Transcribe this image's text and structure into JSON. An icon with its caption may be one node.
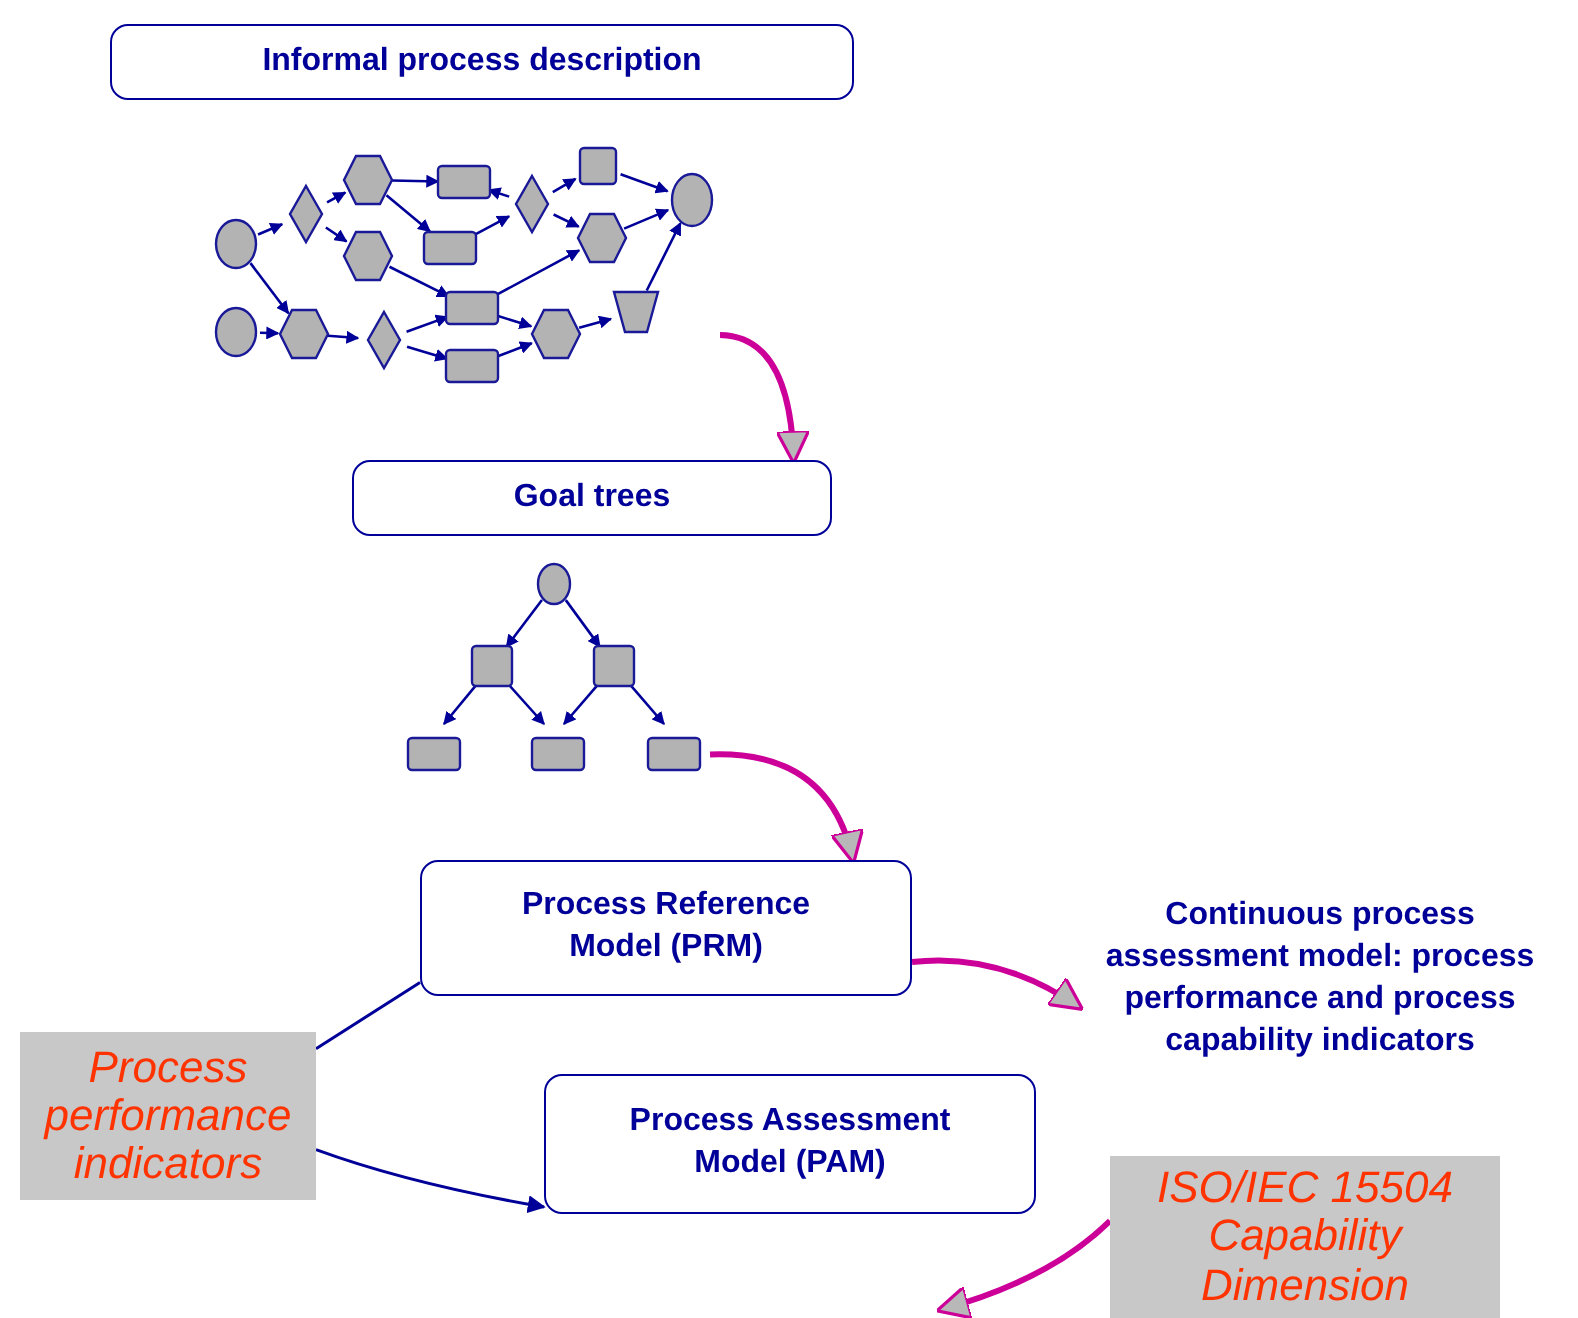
{
  "diagram": {
    "nodes": [
      {
        "text": [
          "Informal process description"
        ]
      },
      {
        "text": [],
        "shape": "picture"
      },
      {
        "text": [
          "Goal trees"
        ]
      },
      {
        "text": [],
        "shape": "picture"
      },
      {
        "text": [
          "Process Reference Model (PRM)"
        ]
      },
      {
        "text": [
          "Continuous process assessment model: process performance and process capability indicators"
        ]
      },
      {
        "text": [
          "Process performance indicators"
        ]
      },
      {
        "text": [
          "Process Assessment Model (PAM)"
        ]
      },
      {
        "text": [
          "ISO/IEC 15504 Capability Dimension"
        ]
      }
    ],
    "edges": [
      {
        "from": 1,
        "to": 2,
        "arrow": "to"
      },
      {
        "from": 3,
        "to": 4,
        "arrow": "to"
      },
      {
        "from": 4,
        "to": 5,
        "arrow": "to"
      },
      {
        "from": 8,
        "to": null,
        "arrow": "to"
      },
      {
        "from": 6,
        "to": 4,
        "arrow": "none",
        "color": "#000099"
      },
      {
        "from": 6,
        "to": 7,
        "arrow": "to",
        "color": "#000099"
      }
    ]
  }
}
